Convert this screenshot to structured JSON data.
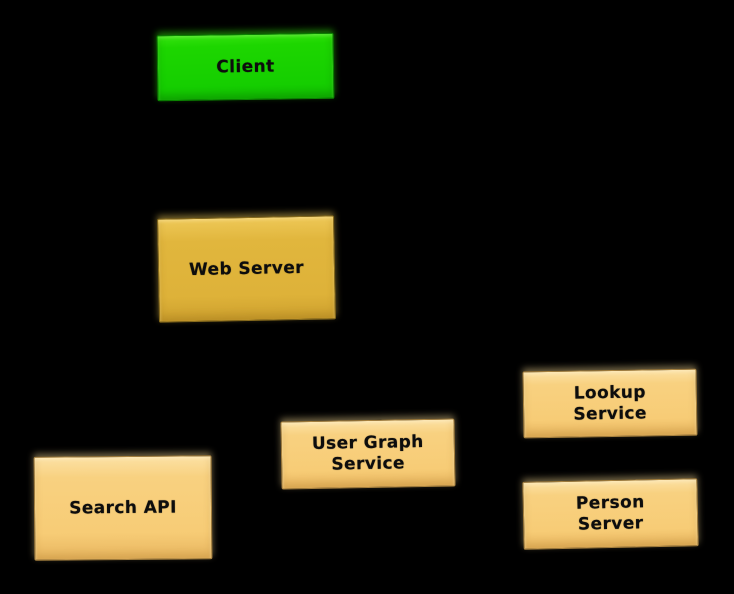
{
  "diagram": {
    "background_color": "#000000",
    "text_color": "#0d0d0d",
    "colors": {
      "client_fill": "#17d400",
      "web_server_fill": "#dfb43a",
      "service_fill": "#f7cd78"
    },
    "nodes": [
      {
        "id": "client",
        "label": "Client",
        "fill": "#17d400"
      },
      {
        "id": "web-server",
        "label": "Web Server",
        "fill": "#dfb43a"
      },
      {
        "id": "search-api",
        "label": "Search API",
        "fill": "#f7cd78"
      },
      {
        "id": "user-graph",
        "label": "User Graph\nService",
        "fill": "#f7cd78"
      },
      {
        "id": "lookup-service",
        "label": "Lookup\nService",
        "fill": "#f7cd78"
      },
      {
        "id": "person-server",
        "label": "Person\nServer",
        "fill": "#f7cd78"
      }
    ]
  }
}
